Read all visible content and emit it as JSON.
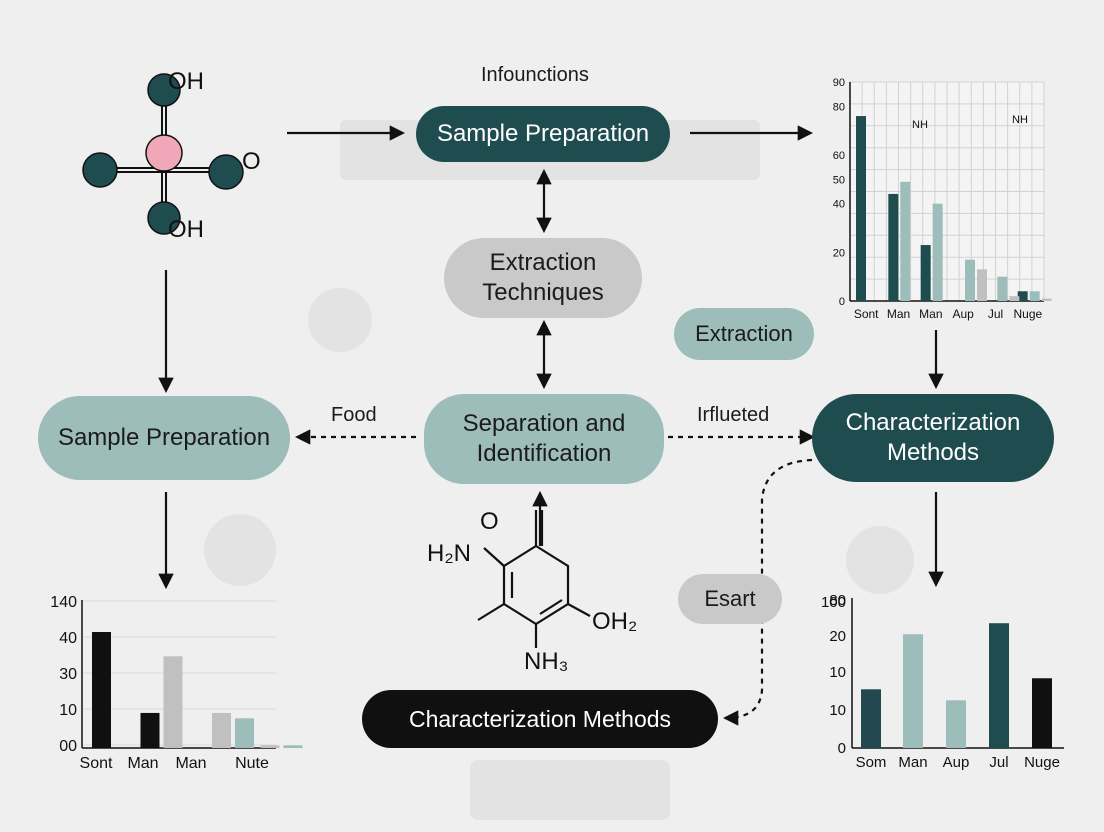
{
  "top_label": "Infounctions",
  "nodes": {
    "sample_prep_top": "Sample Preparation",
    "extraction_techniques": "Extraction Techniques",
    "extraction": "Extraction",
    "sample_prep_left": "Sample Preparation",
    "separation": "Separation and Identification",
    "characterization_right": "Characterization Methods",
    "characterization_bottom": "Characterization Methods",
    "esart": "Esart"
  },
  "edge_labels": {
    "food": "Food",
    "influeted": "Irflueted"
  },
  "molecule_top_left": {
    "oh_top": "OH",
    "o_right": "O",
    "oh_bottom": "OH"
  },
  "molecule_center": {
    "o_top": "O",
    "h2n": "H₂N",
    "oh2": "OH₂",
    "nh3": "NH₃"
  },
  "mini_molecule_labels": [
    "NH",
    "NH"
  ],
  "colors": {
    "dark_teal": "#1f4d4f",
    "light_teal": "#9dbdba",
    "gray": "#c0c0c0",
    "black": "#101010",
    "pink": "#f0a7b8"
  },
  "chart_data": [
    {
      "type": "bar",
      "categories": [
        "Sont",
        "Man",
        "Man",
        "Aup",
        "Jul",
        "Nuge"
      ],
      "y_ticks": [
        "0",
        "20",
        "40",
        "50",
        "60",
        "80",
        "90"
      ],
      "series": [
        {
          "values": [
            76,
            44,
            23,
            0,
            0,
            4
          ],
          "color": "#1f4d4f"
        },
        {
          "values": [
            0,
            49,
            40,
            17,
            10,
            4
          ],
          "color": "#9dbdba"
        },
        {
          "values": [
            0,
            0,
            0,
            13,
            2,
            1
          ],
          "color": "#c0c0c0"
        }
      ],
      "grid": true
    },
    {
      "type": "bar",
      "categories": [
        "Sont",
        "Man",
        "Man",
        "Nute"
      ],
      "y_ticks": [
        "00",
        "10",
        "30",
        "40",
        "140"
      ],
      "series": [
        {
          "values": [
            43,
            13,
            0,
            0
          ],
          "color": "#101010"
        },
        {
          "values": [
            0,
            34,
            13,
            1
          ],
          "color": "#c0c0c0"
        },
        {
          "values": [
            0,
            0,
            11,
            1
          ],
          "color": "#9dbdba"
        }
      ],
      "grid": true
    },
    {
      "type": "bar",
      "categories": [
        "Som",
        "Man",
        "Aup",
        "Jul",
        "Nuge"
      ],
      "y_ticks": [
        "0",
        "10",
        "10",
        "20",
        "80",
        "100"
      ],
      "values": [
        16,
        31,
        13,
        34,
        19
      ],
      "colors": [
        "#24484f",
        "#9dbdba",
        "#9dbdba",
        "#1f4d4f",
        "#101010"
      ],
      "grid": false
    }
  ]
}
